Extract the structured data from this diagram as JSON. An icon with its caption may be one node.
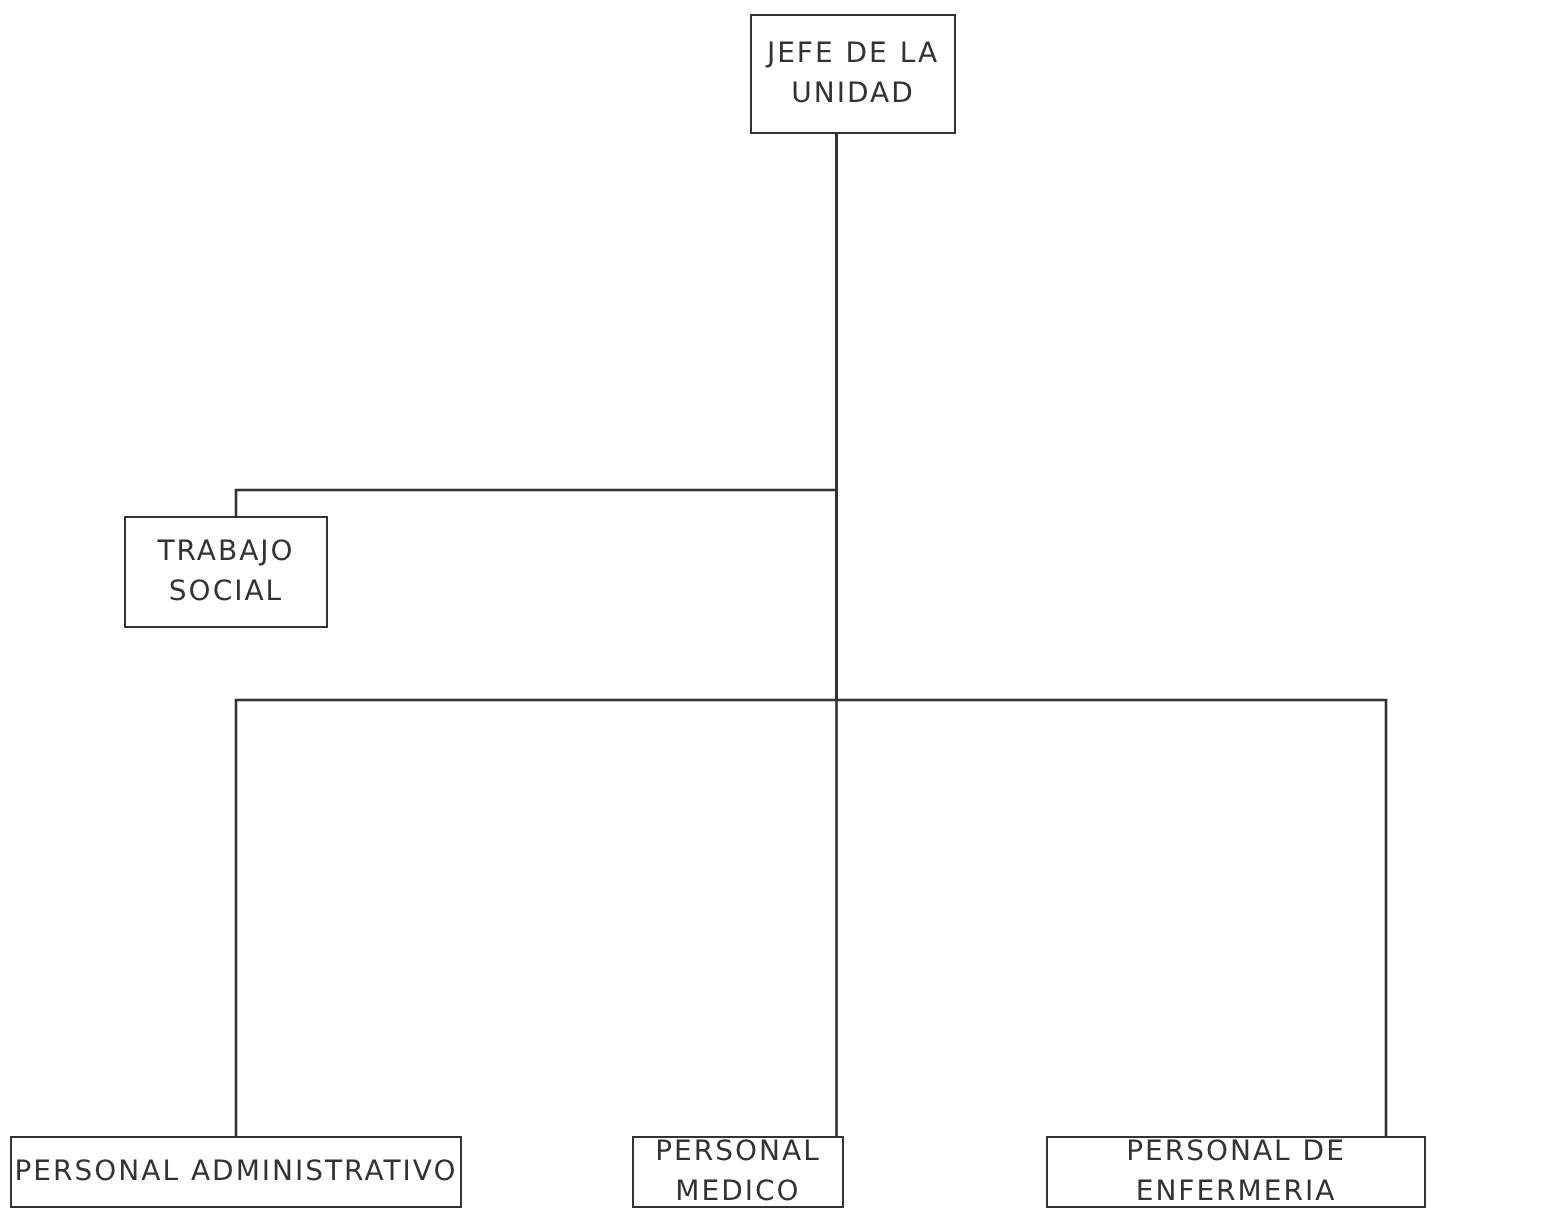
{
  "diagram": {
    "nodes": [
      {
        "text": [
          "JEFE DE LA UNIDAD"
        ]
      },
      {
        "text": [
          "TRABAJO SOCIAL"
        ]
      },
      {
        "text": [
          "PERSONAL MEDICO"
        ]
      },
      {
        "text": [
          "PERSONAL ADMINISTRATIVO"
        ]
      },
      {
        "text": [
          "PERSONAL DE ENFERMERIA"
        ]
      }
    ],
    "edges": [
      {
        "from": 0,
        "to": 1,
        "arrow": "none"
      },
      {
        "from": 0,
        "to": 2,
        "arrow": "none"
      },
      {
        "from": 0,
        "to": 3,
        "arrow": "none"
      },
      {
        "from": 0,
        "to": 4,
        "arrow": "none"
      }
    ]
  }
}
